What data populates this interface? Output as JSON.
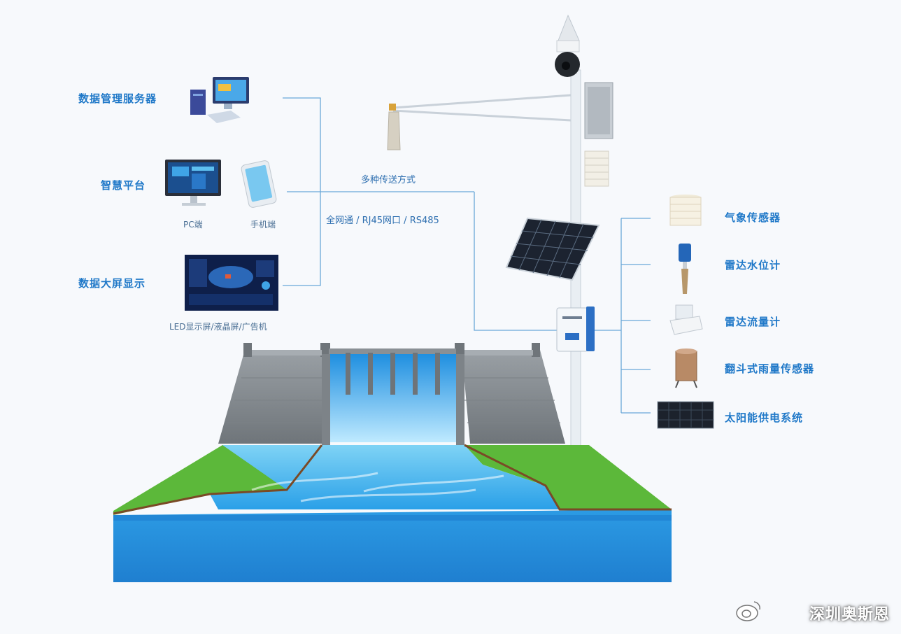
{
  "left_labels": {
    "server": "数据管理服务器",
    "smart_platform": "智慧平台",
    "big_screen": "数据大屏显示"
  },
  "left_captions": {
    "pc": "PC端",
    "mobile": "手机端",
    "led": "LED显示屏/液晶屏/广告机"
  },
  "transmission": {
    "title": "多种传送方式",
    "methods": "全网通 / RJ45网口 / RS485"
  },
  "sensors": [
    {
      "label": "气象传感器",
      "icon": "weather-sensor-icon"
    },
    {
      "label": "雷达水位计",
      "icon": "radar-water-level-icon"
    },
    {
      "label": "雷达流量计",
      "icon": "radar-flow-meter-icon"
    },
    {
      "label": "翻斗式雨量传感器",
      "icon": "rain-gauge-icon"
    },
    {
      "label": "太阳能供电系统",
      "icon": "solar-panel-icon"
    }
  ],
  "watermark": "深圳奥斯恩",
  "colors": {
    "accent": "#1f78c8",
    "water": "#2f9de6",
    "grass": "#5cb83a",
    "dam": "#8d9296"
  }
}
